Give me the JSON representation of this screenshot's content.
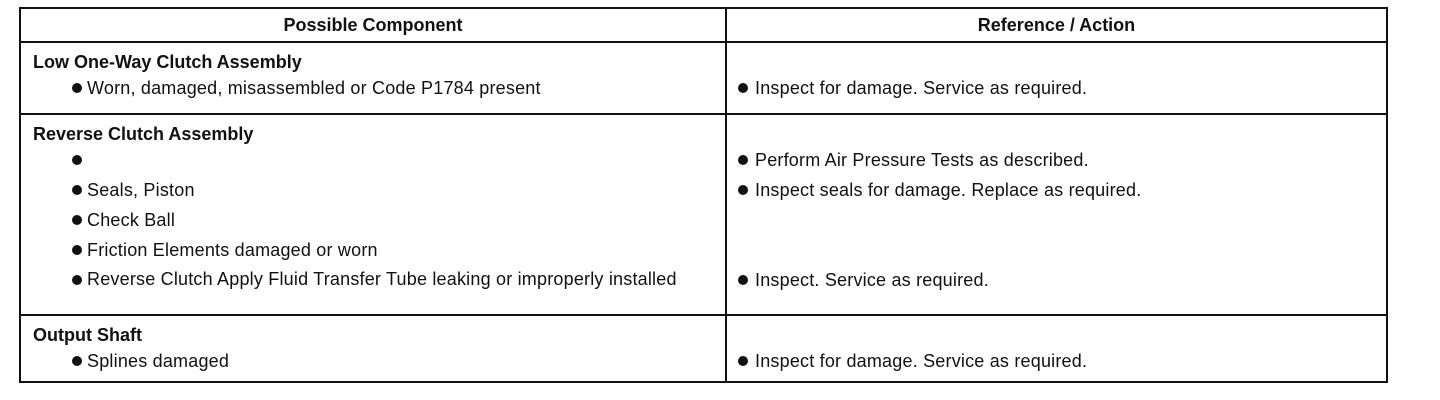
{
  "header": {
    "col1": "Possible Component",
    "col2": "Reference / Action"
  },
  "groups": [
    {
      "title": "Low One-Way Clutch Assembly",
      "rows": [
        {
          "component": "Worn, damaged, misassembled or Code P1784 present",
          "action": "Inspect for damage. Service as required."
        }
      ]
    },
    {
      "title": "Reverse Clutch Assembly",
      "rows": [
        {
          "component": "",
          "action": "Perform Air Pressure Tests as described."
        },
        {
          "component": "Seals, Piston",
          "action": "Inspect seals for damage. Replace as required."
        },
        {
          "component": "Check Ball",
          "action": ""
        },
        {
          "component": "Friction Elements damaged or worn",
          "action": ""
        },
        {
          "component": "Reverse Clutch Apply Fluid Transfer Tube leaking or improperly installed",
          "action": "Inspect. Service as required."
        }
      ]
    },
    {
      "title": "Output Shaft",
      "rows": [
        {
          "component": "Splines damaged",
          "action": "Inspect for damage. Service as required."
        }
      ]
    }
  ]
}
